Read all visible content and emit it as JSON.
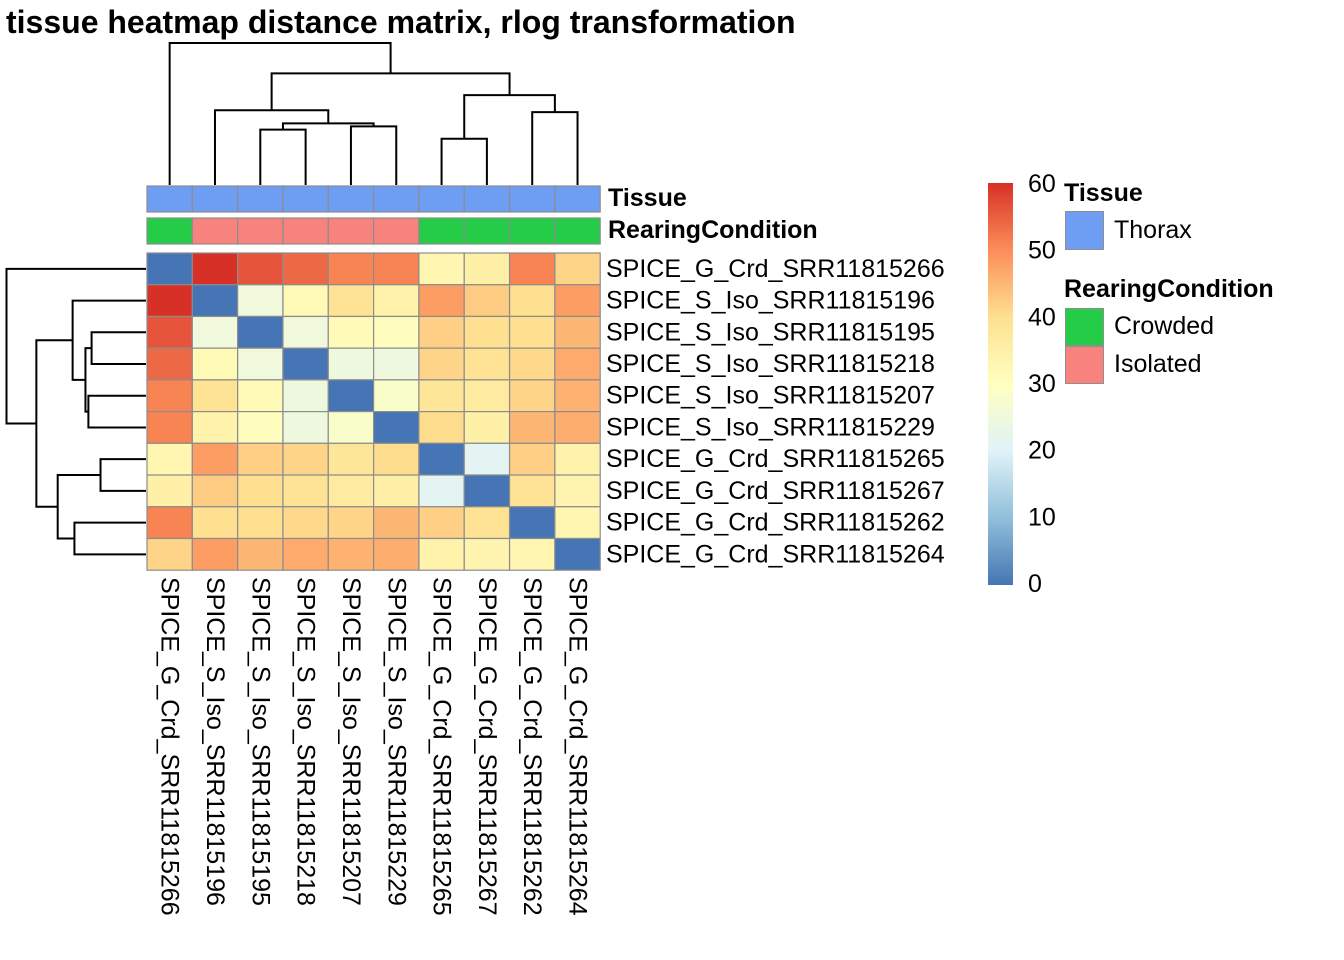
{
  "title": "tissue heatmap distance matrix, rlog transformation",
  "annotations": {
    "tissue": {
      "label": "Tissue",
      "values": [
        "Thorax",
        "Thorax",
        "Thorax",
        "Thorax",
        "Thorax",
        "Thorax",
        "Thorax",
        "Thorax",
        "Thorax",
        "Thorax"
      ],
      "colors": {
        "Thorax": "#6E9DF4"
      }
    },
    "rearing": {
      "label": "RearingCondition",
      "values": [
        "Crowded",
        "Isolated",
        "Isolated",
        "Isolated",
        "Isolated",
        "Isolated",
        "Crowded",
        "Crowded",
        "Crowded",
        "Crowded"
      ],
      "colors": {
        "Crowded": "#25CC47",
        "Isolated": "#F8837C"
      }
    }
  },
  "legend": {
    "tissue_header": "Tissue",
    "rearing_header": "RearingCondition",
    "items": {
      "thorax": {
        "label": "Thorax",
        "color": "#6E9DF4"
      },
      "crowded": {
        "label": "Crowded",
        "color": "#25CC47"
      },
      "isolated": {
        "label": "Isolated",
        "color": "#F8837C"
      }
    }
  },
  "chart_data": {
    "type": "heatmap",
    "title": "tissue heatmap distance matrix, rlog transformation",
    "samples": [
      "SPICE_G_Crd_SRR11815266",
      "SPICE_S_Iso_SRR11815196",
      "SPICE_S_Iso_SRR11815195",
      "SPICE_S_Iso_SRR11815218",
      "SPICE_S_Iso_SRR11815207",
      "SPICE_S_Iso_SRR11815229",
      "SPICE_G_Crd_SRR11815265",
      "SPICE_G_Crd_SRR11815267",
      "SPICE_G_Crd_SRR11815262",
      "SPICE_G_Crd_SRR11815264"
    ],
    "matrix": [
      [
        0,
        60,
        56,
        54,
        51,
        51,
        33,
        35,
        51,
        41.5
      ],
      [
        60,
        0,
        25,
        32,
        39,
        34,
        48,
        42.5,
        40,
        48
      ],
      [
        56,
        25,
        0,
        25,
        31.5,
        30.5,
        42,
        40,
        40,
        45
      ],
      [
        54,
        32,
        25,
        0,
        24.5,
        24.5,
        41.5,
        39,
        41,
        46.5
      ],
      [
        51,
        39,
        31.5,
        24.5,
        0,
        28,
        38,
        36.5,
        41.5,
        45.5
      ],
      [
        51,
        34,
        30.5,
        24.5,
        28,
        0,
        40.5,
        35,
        45,
        46
      ],
      [
        33,
        48,
        42,
        41.5,
        38,
        40.5,
        0,
        21,
        42,
        34
      ],
      [
        35,
        42.5,
        40,
        39,
        36.5,
        35,
        21,
        0,
        39,
        33.5
      ],
      [
        51,
        40,
        40,
        41,
        41.5,
        45,
        42,
        39,
        0,
        33
      ],
      [
        41.5,
        48,
        45,
        46.5,
        45.5,
        46,
        34,
        33.5,
        33,
        0
      ]
    ],
    "color_scale": {
      "min": 0,
      "max": 60,
      "tick_labels": [
        "0",
        "10",
        "20",
        "30",
        "40",
        "50",
        "60"
      ],
      "stops": [
        "#4575b4",
        "#91bfdb",
        "#e0f3f8",
        "#ffffbf",
        "#fee090",
        "#fc8d59",
        "#d73027"
      ]
    },
    "cell_border_color": "#8c8c8c",
    "dendrogram": {
      "height": 1.0,
      "children": [
        {
          "leaf": 0
        },
        {
          "height": 0.786,
          "children": [
            {
              "height": 0.526,
              "children": [
                {
                  "leaf": 1
                },
                {
                  "height": 0.434,
                  "children": [
                    {
                      "height": 0.39,
                      "children": [
                        {
                          "leaf": 2
                        },
                        {
                          "leaf": 3
                        }
                      ]
                    },
                    {
                      "height": 0.413,
                      "children": [
                        {
                          "leaf": 4
                        },
                        {
                          "leaf": 5
                        }
                      ]
                    }
                  ]
                }
              ]
            },
            {
              "height": 0.633,
              "children": [
                {
                  "height": 0.326,
                  "children": [
                    {
                      "leaf": 6
                    },
                    {
                      "leaf": 7
                    }
                  ]
                },
                {
                  "height": 0.513,
                  "children": [
                    {
                      "leaf": 8
                    },
                    {
                      "leaf": 9
                    }
                  ]
                }
              ]
            }
          ]
        }
      ]
    }
  }
}
